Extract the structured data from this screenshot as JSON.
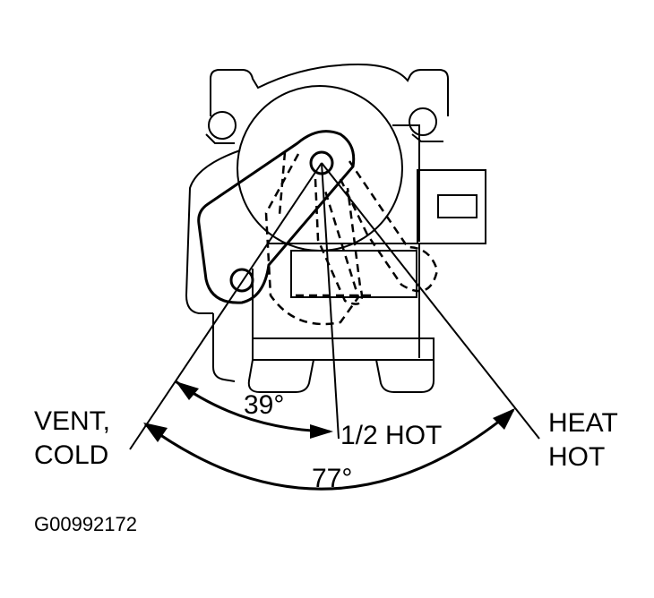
{
  "labels": {
    "vent_cold_line1": "VENT,",
    "vent_cold_line2": "COLD",
    "half_hot": "1/2 HOT",
    "heat_line1": "HEAT",
    "heat_line2": "HOT",
    "angle_small": "39°",
    "angle_large": "77°",
    "figure_id": "G00992172"
  }
}
